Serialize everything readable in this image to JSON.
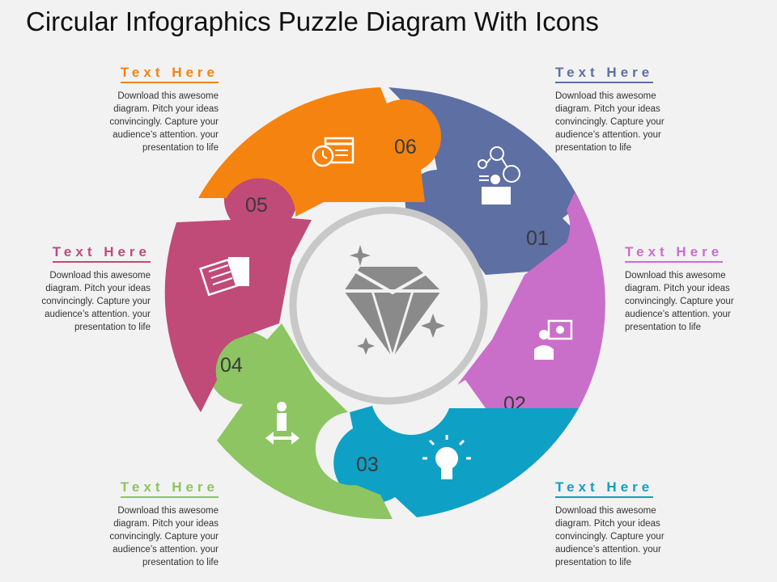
{
  "title": "Circular Infographics Puzzle Diagram With Icons",
  "colors": {
    "step01": "#5e6fa3",
    "step02": "#c96fc9",
    "step03": "#0fa0c5",
    "step04": "#8cc561",
    "step05": "#c04a78",
    "step06": "#f5830f",
    "ring": "#c8c8c8",
    "gem": "#8a8a8a"
  },
  "center": {
    "icon": "diamond-icon"
  },
  "steps": [
    {
      "number": "01",
      "icon": "network-presenter-icon"
    },
    {
      "number": "02",
      "icon": "presentation-board-icon"
    },
    {
      "number": "03",
      "icon": "lightbulb-icon"
    },
    {
      "number": "04",
      "icon": "crossroads-person-icon"
    },
    {
      "number": "05",
      "icon": "newspaper-icon"
    },
    {
      "number": "06",
      "icon": "calendar-clock-icon"
    }
  ],
  "callouts": {
    "top_right": {
      "heading": "Text Here",
      "body": "Download this awesome diagram. Pitch your ideas convincingly. Capture your audience’s attention. your presentation to life"
    },
    "mid_right": {
      "heading": "Text Here",
      "body": "Download this awesome diagram. Pitch your ideas convincingly. Capture your audience’s attention. your presentation to life"
    },
    "bottom_right": {
      "heading": "Text Here",
      "body": "Download this awesome diagram. Pitch your ideas convincingly. Capture your audience’s attention. your presentation to life"
    },
    "bottom_left": {
      "heading": "Text Here",
      "body": "Download this awesome diagram. Pitch your ideas convincingly. Capture your audience’s attention. your presentation to life"
    },
    "mid_left": {
      "heading": "Text Here",
      "body": "Download this awesome diagram. Pitch your ideas convincingly. Capture your audience’s attention. your presentation to life"
    },
    "top_left": {
      "heading": "Text Here",
      "body": "Download this awesome diagram. Pitch your ideas convincingly. Capture your audience’s attention. your presentation to life"
    }
  }
}
